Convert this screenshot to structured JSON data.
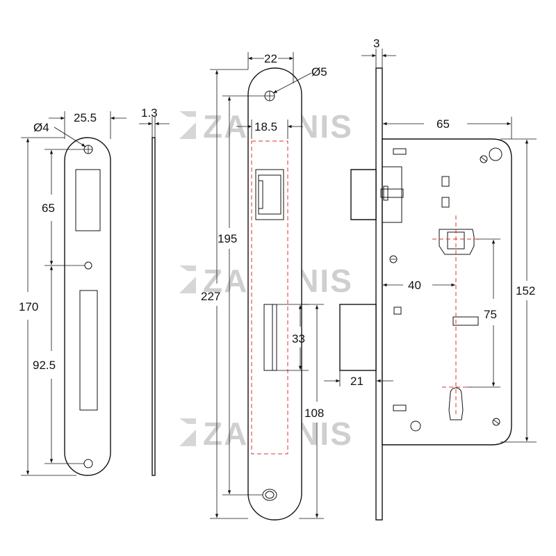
{
  "diagram": {
    "watermark": "ZALONIS",
    "strike_plate": {
      "d_hole": "Ø4",
      "w_outer": "25.5",
      "thickness": "1.3",
      "h_total": "170",
      "h_upper": "65",
      "h_lower": "92.5"
    },
    "faceplate": {
      "w_outer": "22",
      "d_hole": "Ø5",
      "w_inner": "18.5",
      "h_total": "227",
      "h_screw": "195",
      "h_latch": "33",
      "h_lower": "108"
    },
    "lock_body": {
      "thickness": "3",
      "depth": "65",
      "backset": "40",
      "center_distance": "75",
      "bolt_throw": "21",
      "height": "152"
    }
  }
}
